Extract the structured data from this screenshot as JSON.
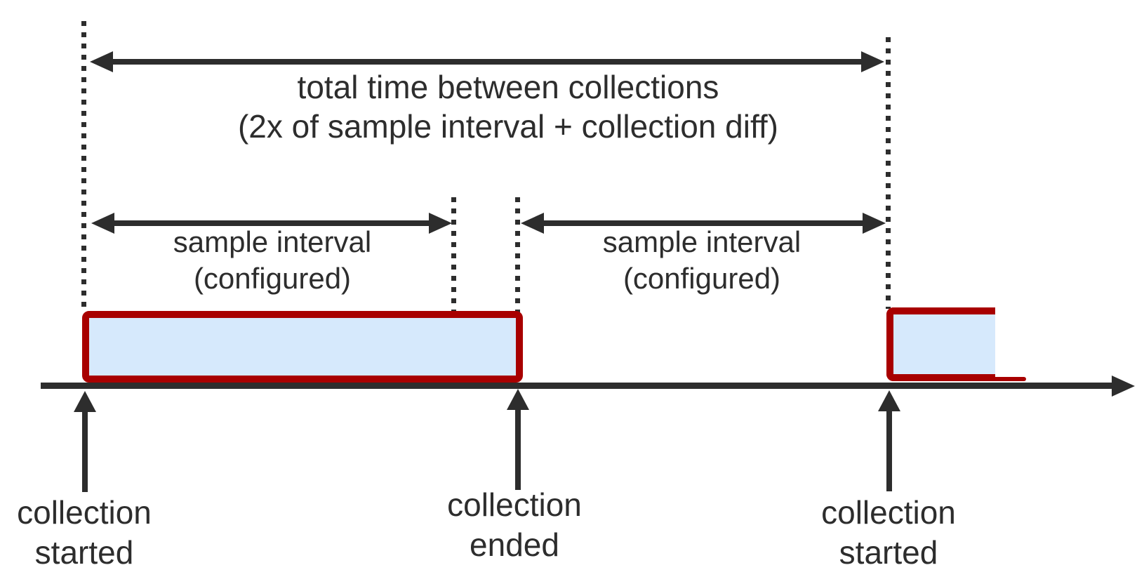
{
  "diagram": {
    "title_hint": "collection timing diagram",
    "colors": {
      "ink": "#2d2d2d",
      "box_border": "#a80000",
      "box_fill": "#d6e9fc"
    },
    "total_span": {
      "line1": "total time between collections",
      "line2": "(2x of sample interval + collection diff)"
    },
    "sample_interval_left": {
      "line1": "sample interval",
      "line2": "(configured)"
    },
    "sample_interval_right": {
      "line1": "sample interval",
      "line2": "(configured)"
    },
    "events": {
      "left": {
        "line1": "collection",
        "line2": "started"
      },
      "middle": {
        "line1": "collection",
        "line2": "ended"
      },
      "right": {
        "line1": "collection",
        "line2": "started"
      }
    }
  }
}
